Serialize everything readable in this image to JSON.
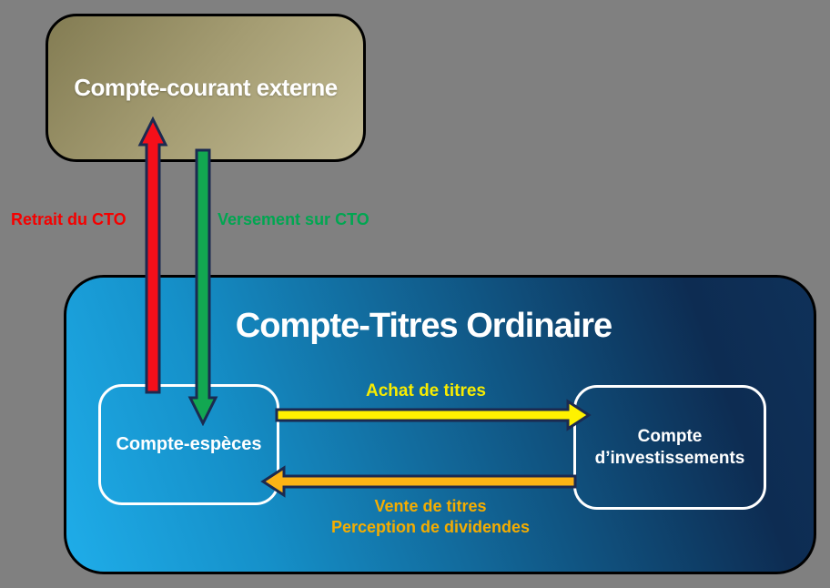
{
  "diagram": {
    "external_account": {
      "label": "Compte-courant externe"
    },
    "cto": {
      "title": "Compte-Titres Ordinaire",
      "cash_account": {
        "label": "Compte-espèces"
      },
      "investment_account": {
        "label_line1": "Compte",
        "label_line2": "d’investissements"
      }
    },
    "flows": {
      "retrait": {
        "label": "Retrait du CTO",
        "direction": "up",
        "from": "Compte-espèces",
        "to": "Compte-courant externe"
      },
      "versement": {
        "label": "Versement sur CTO",
        "direction": "down",
        "from": "Compte-courant externe",
        "to": "Compte-espèces"
      },
      "achat": {
        "label": "Achat de titres",
        "direction": "right",
        "from": "Compte-espèces",
        "to": "Compte d’investissements"
      },
      "vente": {
        "label_line1": "Vente de titres",
        "label_line2": "Perception de dividendes",
        "direction": "left",
        "from": "Compte d’investissements",
        "to": "Compte-espèces"
      }
    },
    "colors": {
      "background": "#808080",
      "external_box_gradient_dark": "#837c53",
      "external_box_gradient_light": "#c3bc94",
      "cto_box_gradient_light": "#1fade9",
      "cto_box_gradient_dark": "#0d2c52",
      "box_border": "#000000",
      "inner_box_border": "#ffffff",
      "text_white": "#ffffff",
      "arrow_outline": "#1b2a50",
      "arrow_red": "#f50f1a",
      "arrow_green": "#12a751",
      "arrow_yellow": "#fff200",
      "arrow_orange": "#fcb415",
      "label_red": "#f50000",
      "label_green": "#00a651",
      "label_yellow": "#f8ec00",
      "label_orange": "#f5ad00"
    }
  }
}
